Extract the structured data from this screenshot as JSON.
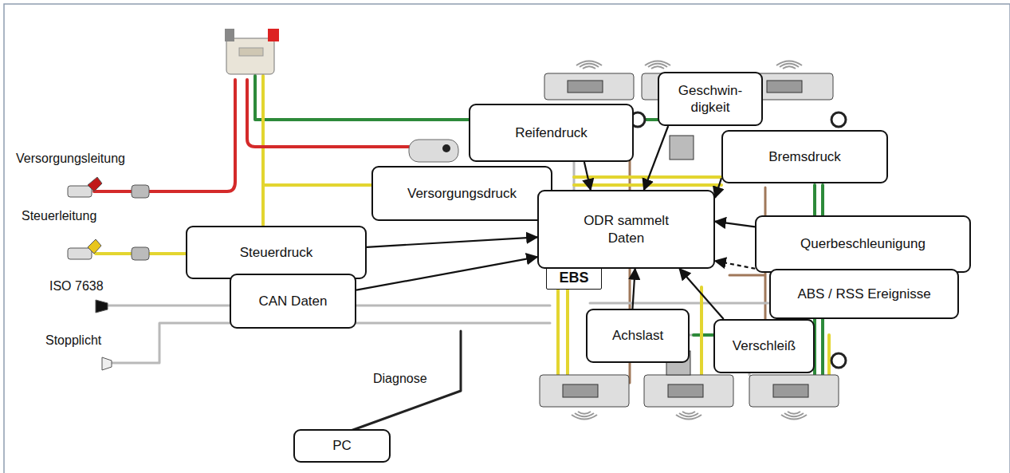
{
  "diagram": {
    "nodes": [
      {
        "text": [
          "Geschwin- digkeit"
        ]
      },
      {
        "text": [
          "Reifendruck"
        ]
      },
      {
        "text": [
          "Bremsdruck"
        ]
      },
      {
        "text": [
          "Versorgungsdruck"
        ]
      },
      {
        "text": [
          "ODR sammelt Daten"
        ]
      },
      {
        "text": [
          "Querbeschleunigung"
        ]
      },
      {
        "text": [
          "Steuerdruck"
        ]
      },
      {
        "text": [
          "CAN Daten"
        ]
      },
      {
        "text": [
          "ABS / RSS Ereignisse"
        ]
      },
      {
        "text": [
          "EBS"
        ]
      },
      {
        "text": [
          "Achslast"
        ]
      },
      {
        "text": [
          "Verschleiß"
        ]
      },
      {
        "text": [
          "PC"
        ]
      }
    ],
    "edges": [
      {
        "from": 0,
        "to": 4,
        "arrow": "to"
      },
      {
        "from": 1,
        "to": 4,
        "arrow": "to"
      },
      {
        "from": 2,
        "to": 4,
        "arrow": "to"
      },
      {
        "from": 5,
        "to": 4,
        "arrow": "to"
      },
      {
        "from": 6,
        "to": 4,
        "arrow": "to"
      },
      {
        "from": 7,
        "to": 4,
        "arrow": "to"
      },
      {
        "from": 8,
        "to": 4,
        "arrow": "to"
      },
      {
        "from": 10,
        "to": 4,
        "arrow": "to"
      },
      {
        "from": 11,
        "to": 4,
        "arrow": "to"
      }
    ],
    "labels": [
      "Versorgungsleitung",
      "Steuerleitung",
      "ISO 7638",
      "Stopplicht",
      "Diagnose"
    ]
  }
}
